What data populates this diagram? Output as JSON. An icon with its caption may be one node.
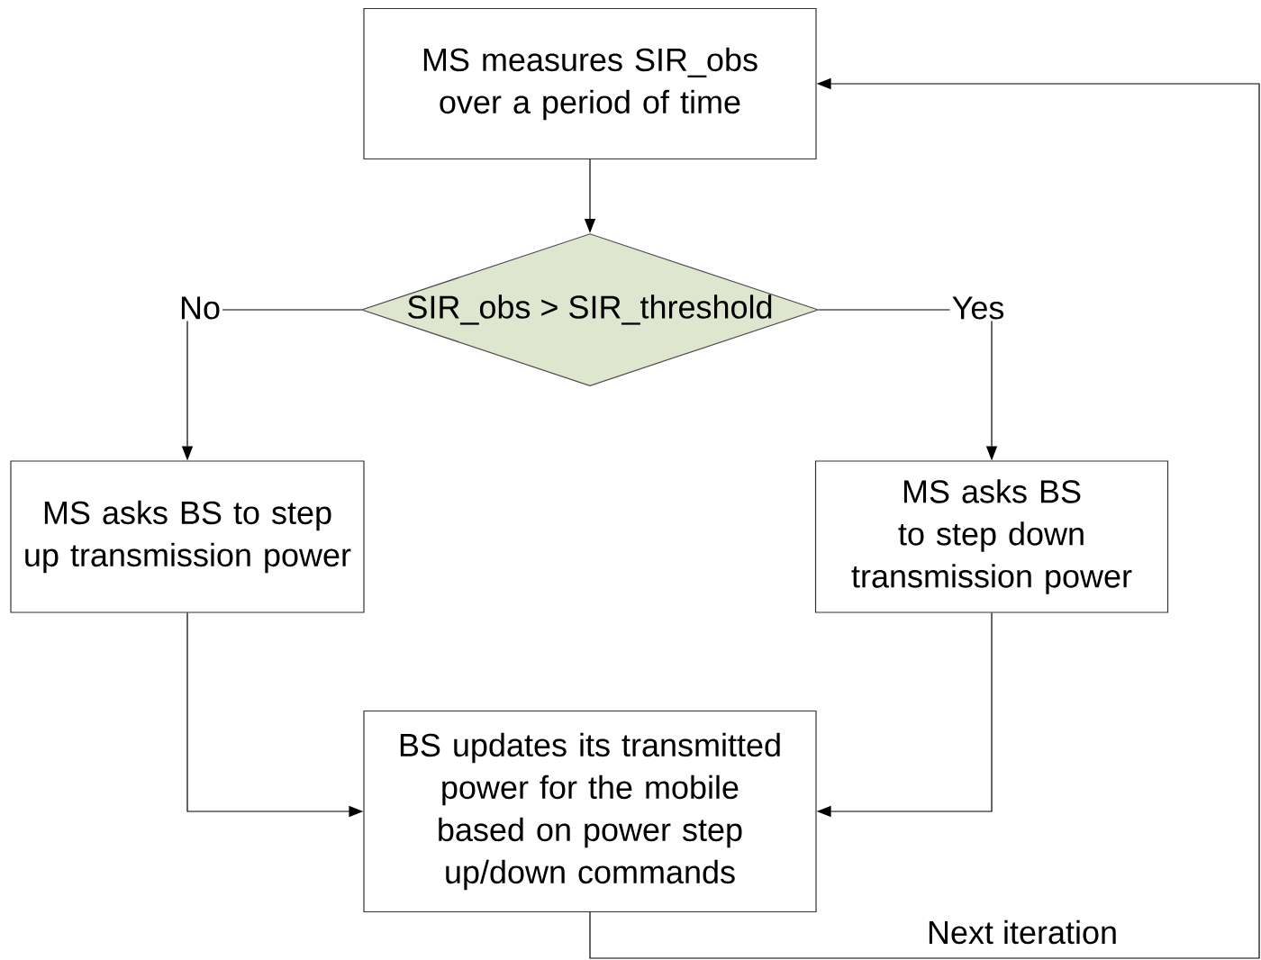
{
  "diagram": {
    "nodes": [
      {
        "text": [
          "MS measures SIR_obs over a period of time"
        ]
      },
      {
        "text": [
          "SIR_obs > SIR_threshold"
        ]
      },
      {
        "text": [
          "MS asks BS to step up transmission power"
        ]
      },
      {
        "text": [
          "MS asks BS to step down transmission power"
        ]
      },
      {
        "text": [
          "BS updates its transmitted power for the mobile based on power step up/down commands"
        ]
      }
    ],
    "edges": [
      {
        "from": 0,
        "to": 1,
        "arrow": "to"
      },
      {
        "from": 1,
        "to": 2,
        "arrow": "to",
        "label": "No"
      },
      {
        "from": 1,
        "to": 3,
        "arrow": "to",
        "label": "Yes"
      },
      {
        "from": 2,
        "to": 4,
        "arrow": "to"
      },
      {
        "from": 3,
        "to": 4,
        "arrow": "to"
      },
      {
        "from": 4,
        "to": 0,
        "arrow": "to",
        "label": "Next iteration"
      }
    ]
  }
}
